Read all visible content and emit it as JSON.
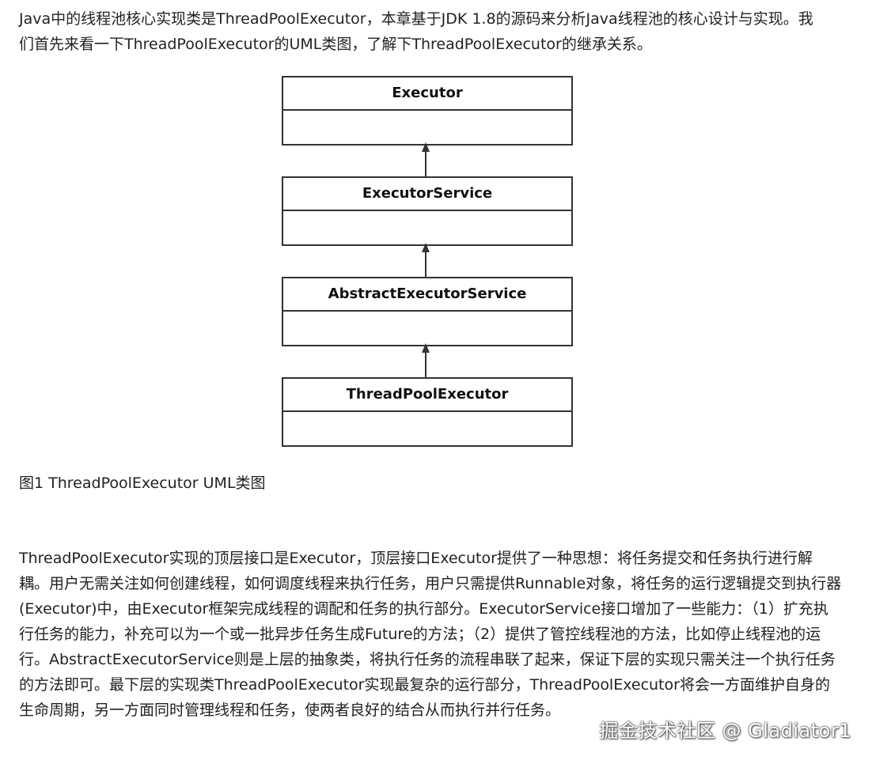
{
  "intro_text": "Java中的线程池核心实现类是ThreadPoolExecutor，本章基于JDK 1.8的源码来分析Java线程池的核心设计与实现。我们首先来看一下ThreadPoolExecutor的UML类图，了解下ThreadPoolExecutor的继承关系。",
  "uml": {
    "classes": [
      {
        "name": "Executor"
      },
      {
        "name": "ExecutorService"
      },
      {
        "name": "AbstractExecutorService"
      },
      {
        "name": "ThreadPoolExecutor"
      }
    ]
  },
  "caption": "图1 ThreadPoolExecutor UML类图",
  "body_text": "ThreadPoolExecutor实现的顶层接口是Executor，顶层接口Executor提供了一种思想：将任务提交和任务执行进行解耦。用户无需关注如何创建线程，如何调度线程来执行任务，用户只需提供Runnable对象，将任务的运行逻辑提交到执行器(Executor)中，由Executor框架完成线程的调配和任务的执行部分。ExecutorService接口增加了一些能力：（1）扩充执行任务的能力，补充可以为一个或一批异步任务生成Future的方法；（2）提供了管控线程池的方法，比如停止线程池的运行。AbstractExecutorService则是上层的抽象类，将执行任务的流程串联了起来，保证下层的实现只需关注一个执行任务的方法即可。最下层的实现类ThreadPoolExecutor实现最复杂的运行部分，ThreadPoolExecutor将会一方面维护自身的生命周期，另一方面同时管理线程和任务，使两者良好的结合从而执行并行任务。",
  "watermark": "掘金技术社区 @ Gladiator1"
}
